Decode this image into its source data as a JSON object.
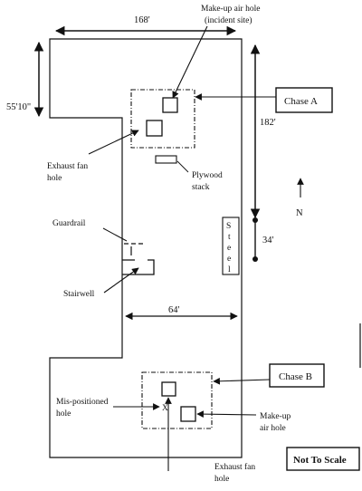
{
  "dimensions": {
    "top_width": "168'",
    "left_height": "55'10\"",
    "right_height": "182'",
    "steel_length": "34'",
    "mid_width": "64'"
  },
  "labels": {
    "makeup_top_line1": "Make-up air hole",
    "makeup_top_line2": "(incident site)",
    "exhaust_top_line1": "Exhaust fan",
    "exhaust_top_line2": "hole",
    "plywood_line1": "Plywood",
    "plywood_line2": "stack",
    "guardrail": "Guardrail",
    "stairwell": "Stairwell",
    "steel_letters": [
      "S",
      "t",
      "e",
      "e",
      "l"
    ],
    "north": "N",
    "mispositioned_line1": "Mis-positioned",
    "mispositioned_line2": "hole",
    "x_mark": "X",
    "makeup_bottom_line1": "Make-up",
    "makeup_bottom_line2": "air hole",
    "exhaust_bottom_line1": "Exhaust fan",
    "exhaust_bottom_line2": "hole"
  },
  "boxes": {
    "chase_a": "Chase A",
    "chase_b": "Chase B",
    "not_to_scale": "Not To Scale"
  }
}
